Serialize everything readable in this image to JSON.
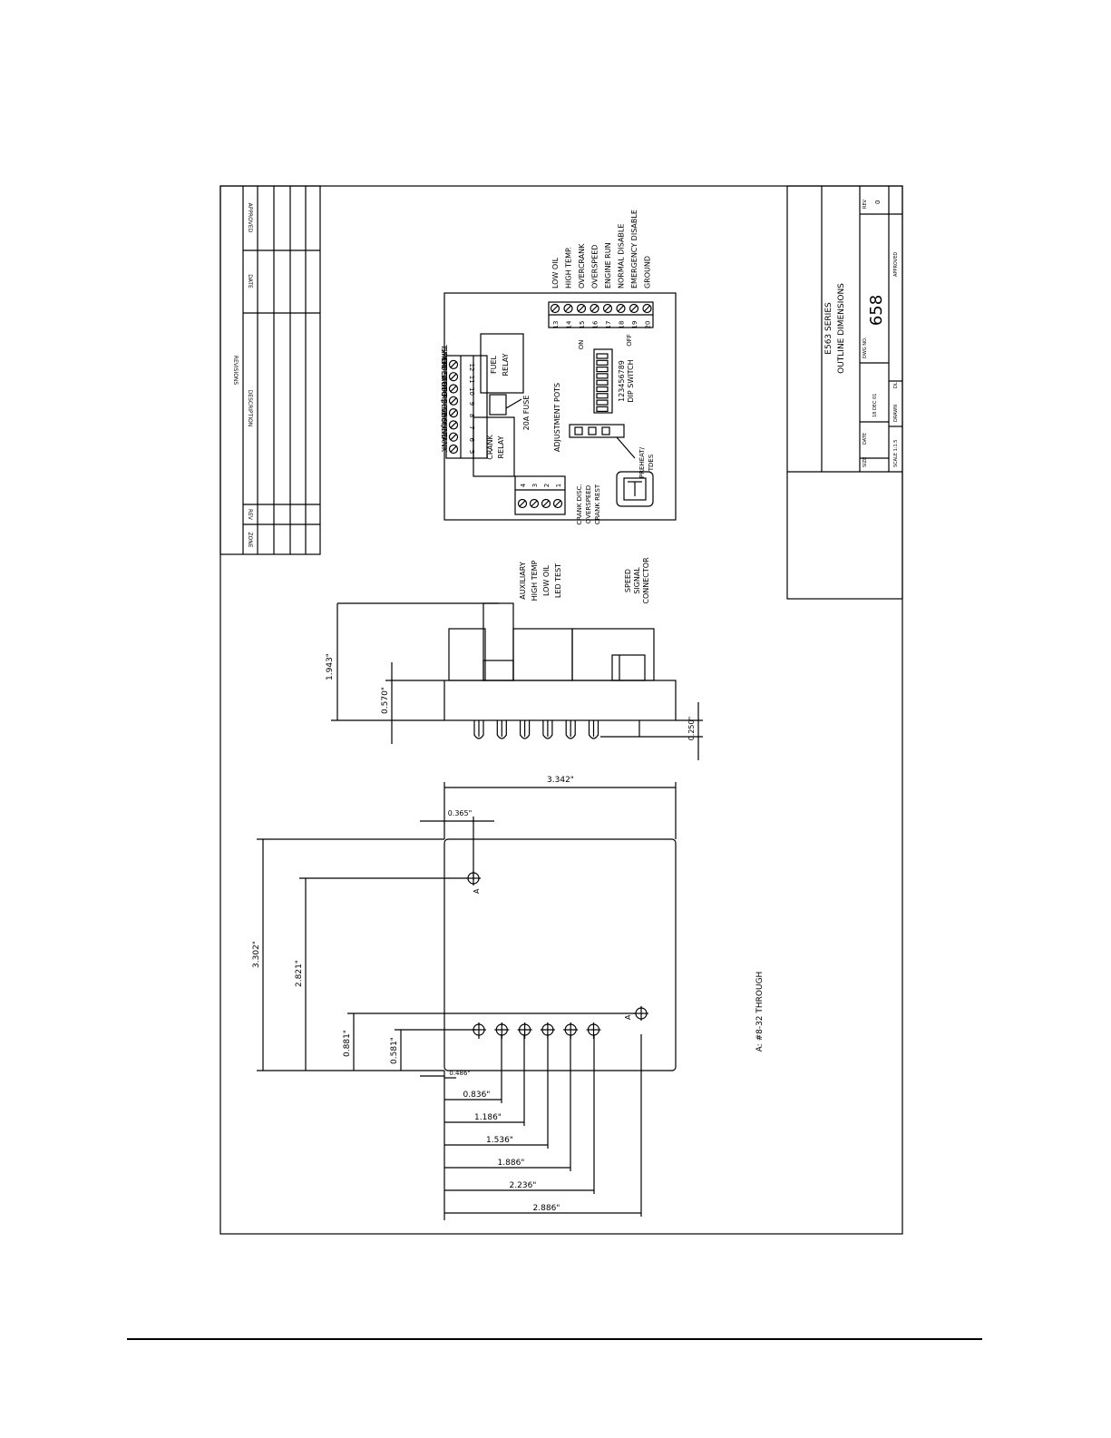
{
  "revisions_block": {
    "title": "REVISIONS",
    "headers": [
      "ZONE",
      "REV",
      "DESCRIPTION",
      "DATE",
      "APPROVED"
    ]
  },
  "title_block": {
    "series": "E563 SERIES",
    "subtitle": "OUTLINE DIMENSIONS",
    "size_label": "SIZE",
    "date_label": "DATE",
    "date_value": "18 DEC 01",
    "dwg_no_label": "DWG NO.",
    "dwg_no": "658",
    "rev_label": "REV",
    "rev_value": "0",
    "scale_label": "SCALE 1:1.5",
    "drawn_label": "DRAWN",
    "drawn_value": "DL",
    "approved_label": "APPROVED"
  },
  "top_terminals": {
    "labels": [
      "CRANK",
      "GROUND",
      "AUTO (+Vbat)",
      "RSC 1",
      "RSC 2",
      "START STOP",
      "FUEL",
      "TIMER"
    ],
    "numbers": [
      "5",
      "6",
      "7",
      "8",
      "9",
      "10",
      "11",
      "12"
    ]
  },
  "right_terminals": {
    "labels": [
      "LOW OIL",
      "HIGH TEMP.",
      "OVERCRANK",
      "OVERSPEED",
      "ENGINE RUN",
      "NORMAL DISABLE",
      "EMERGENCY DISABLE",
      "GROUND"
    ],
    "numbers": [
      "13",
      "14",
      "15",
      "16",
      "17",
      "18",
      "19",
      "20"
    ]
  },
  "left_terminals": {
    "numbers": [
      "4",
      "3",
      "2",
      "1"
    ],
    "labels": [
      "AUXILIARY",
      "HIGH TEMP",
      "LOW OIL",
      "LED TEST"
    ]
  },
  "components": {
    "crank_relay": [
      "CRANK",
      "RELAY"
    ],
    "fuel_relay": [
      "FUEL",
      "RELAY"
    ],
    "fuse": "20A FUSE",
    "adjustment_pots": "ADJUSTMENT POTS",
    "pots": [
      "CRANK DISC.",
      "OVERSPEED",
      "CRANK REST"
    ],
    "preheat": [
      "PREHEAT/",
      "TDES"
    ],
    "dip_digits": "123456789",
    "dip_label": "DIP SWITCH",
    "dip_on": "ON",
    "dip_off": "OFF",
    "speed_signal": [
      "SPEED",
      "SIGNAL",
      "CONNECTOR"
    ]
  },
  "dimensions": {
    "height_total": "1.943\"",
    "height_base": "0.570\"",
    "pin_length": "0.250\"",
    "width": "3.342\"",
    "hole_a_offset": "0.365\"",
    "length_total": "3.302\"",
    "hole_a_pos": "2.821\"",
    "hole_b_pos": "0.881\"",
    "row_pos": "0.581\"",
    "pins": [
      "0.486\"",
      "0.836\"",
      "1.186\"",
      "1.536\"",
      "1.886\"",
      "2.236\"",
      "2.886\""
    ],
    "hole_label": "A",
    "note": "A: #8-32 THROUGH"
  }
}
